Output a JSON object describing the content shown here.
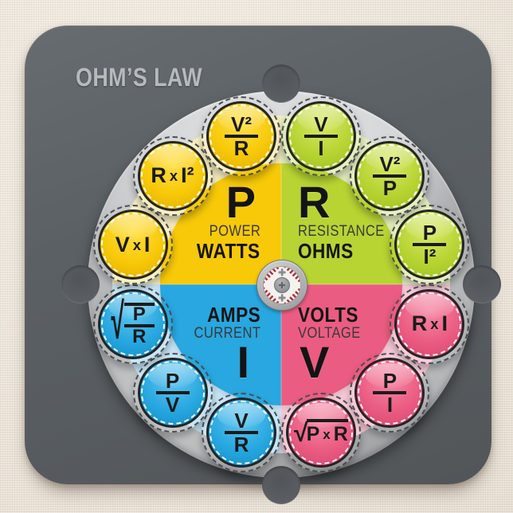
{
  "title": "OHM’S LAW",
  "wheel": {
    "quadrants": [
      {
        "symbol": "P",
        "name": "POWER",
        "unit": "WATTS",
        "position": "top-left",
        "color": "#f7c908",
        "pale_color": "#f8f0c2"
      },
      {
        "symbol": "R",
        "name": "RESISTANCE",
        "unit": "OHMS",
        "position": "top-right",
        "color": "#b7d433",
        "pale_color": "#e6efc0"
      },
      {
        "symbol": "I",
        "name": "CURRENT",
        "unit": "AMPS",
        "position": "bottom-left",
        "color": "#28a7e0",
        "pale_color": "#c8e6f7"
      },
      {
        "symbol": "V",
        "name": "VOLTAGE",
        "unit": "VOLTS",
        "position": "bottom-right",
        "color": "#eb5c82",
        "pale_color": "#f8cbd9"
      }
    ],
    "formula_circles": [
      {
        "label": "V²/R",
        "group": "power",
        "type": "fraction",
        "num": "V²",
        "den": "R",
        "clock_angle_deg": 345
      },
      {
        "label": "V/I",
        "group": "resistance",
        "type": "fraction",
        "num": "V",
        "den": "I",
        "clock_angle_deg": 15
      },
      {
        "label": "V²/P",
        "group": "resistance",
        "type": "fraction",
        "num": "V²",
        "den": "P",
        "clock_angle_deg": 45
      },
      {
        "label": "P/I²",
        "group": "resistance",
        "type": "fraction",
        "num": "P",
        "den": "I²",
        "clock_angle_deg": 75
      },
      {
        "label": "R x I",
        "group": "voltage",
        "type": "inline",
        "text": "R x I",
        "clock_angle_deg": 105
      },
      {
        "label": "P/I",
        "group": "voltage",
        "type": "fraction",
        "num": "P",
        "den": "I",
        "clock_angle_deg": 135
      },
      {
        "label": "√(P x R)",
        "group": "voltage",
        "type": "radical-inline",
        "text": "P x R",
        "clock_angle_deg": 165
      },
      {
        "label": "V/R",
        "group": "current",
        "type": "fraction",
        "num": "V",
        "den": "R",
        "clock_angle_deg": 195
      },
      {
        "label": "P/V",
        "group": "current",
        "type": "fraction",
        "num": "P",
        "den": "V",
        "clock_angle_deg": 225
      },
      {
        "label": "√(P/R)",
        "group": "current",
        "type": "radical-fraction",
        "num": "P",
        "den": "R",
        "clock_angle_deg": 255
      },
      {
        "label": "V x I",
        "group": "power",
        "type": "inline",
        "text": "V x I",
        "clock_angle_deg": 285
      },
      {
        "label": "R x I²",
        "group": "power",
        "type": "inline",
        "text": "R x I²",
        "clock_angle_deg": 315
      }
    ]
  },
  "colors": {
    "background": "#eae3d8",
    "coaster": "#5b6065",
    "metal": "#c3c5c7",
    "title_text": "#b6babd",
    "formula_text": "#1b1b1b",
    "hub_stripe_red": "#b5323c"
  }
}
